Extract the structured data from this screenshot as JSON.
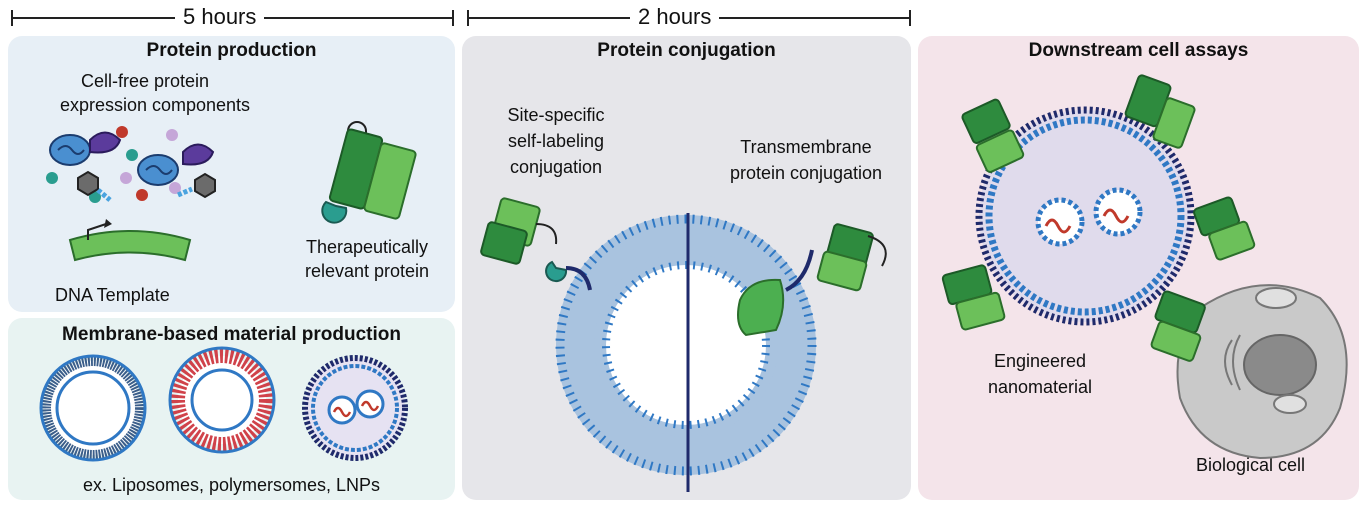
{
  "timeline": {
    "first_duration": "5 hours",
    "second_duration": "2 hours"
  },
  "panels": {
    "protein_production": {
      "title": "Protein production",
      "cellfree_label_line1": "Cell-free protein",
      "cellfree_label_line2": "expression components",
      "dna_label": "DNA Template",
      "therapeutic_line1": "Therapeutically",
      "therapeutic_line2": "relevant protein",
      "color": "#e7eff6"
    },
    "membrane_production": {
      "title": "Membrane-based material production",
      "caption": "ex. Liposomes, polymersomes, LNPs",
      "color": "#e8f3f2"
    },
    "protein_conjugation": {
      "title": "Protein conjugation",
      "site_specific_line1": "Site-specific",
      "site_specific_line2": "self-labeling",
      "site_specific_line3": "conjugation",
      "transmembrane_line1": "Transmembrane",
      "transmembrane_line2": "protein conjugation",
      "color": "#e6e6ea"
    },
    "cell_assays": {
      "title": "Downstream cell assays",
      "nanomaterial_line1": "Engineered",
      "nanomaterial_line2": "nanomaterial",
      "cell_label": "Biological cell",
      "color": "#f4e4ea"
    }
  },
  "palette": {
    "dark_green": "#2e8b3e",
    "light_green": "#6cc05a",
    "lipid_blue": "#2f78c4",
    "navy": "#1f2a6b",
    "teal": "#2a9d8f",
    "red": "#c0392b"
  }
}
